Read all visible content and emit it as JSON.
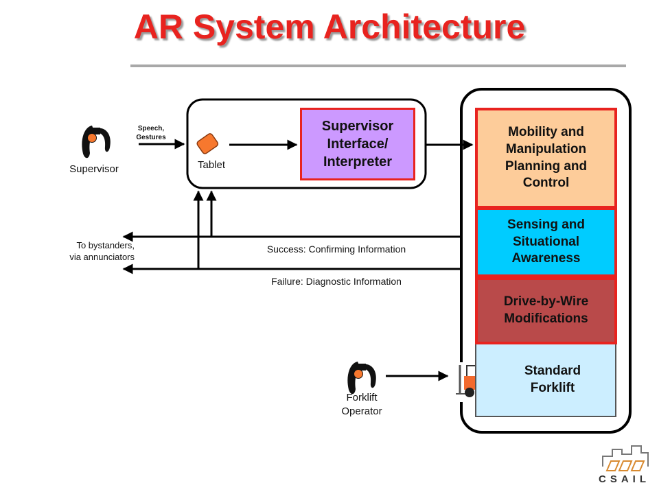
{
  "title": "AR System Architecture",
  "supervisor": {
    "label": "Supervisor",
    "input_label": "Speech,\nGestures"
  },
  "tablet": {
    "label": "Tablet"
  },
  "interface_box": {
    "label": "Supervisor Interface/ Interpreter"
  },
  "stack": {
    "mobility": "Mobility and Manipulation Planning and Control",
    "sensing": "Sensing and Situational Awareness",
    "dbw": "Drive-by-Wire Modifications",
    "forklift": "Standard Forklift"
  },
  "feedback": {
    "bystanders": "To bystanders,\nvia annunciators",
    "success": "Success: Confirming Information",
    "failure": "Failure: Diagnostic Information"
  },
  "operator": {
    "label": "Forklift\nOperator"
  },
  "logo": {
    "text": "CSAIL"
  },
  "colors": {
    "title": "#e8231f",
    "interface": "#cc99ff",
    "mobility": "#fdcc9a",
    "sensing": "#00ccff",
    "dbw": "#b94a4a",
    "forklift": "#cceeff",
    "tablet": "#f7782e"
  }
}
